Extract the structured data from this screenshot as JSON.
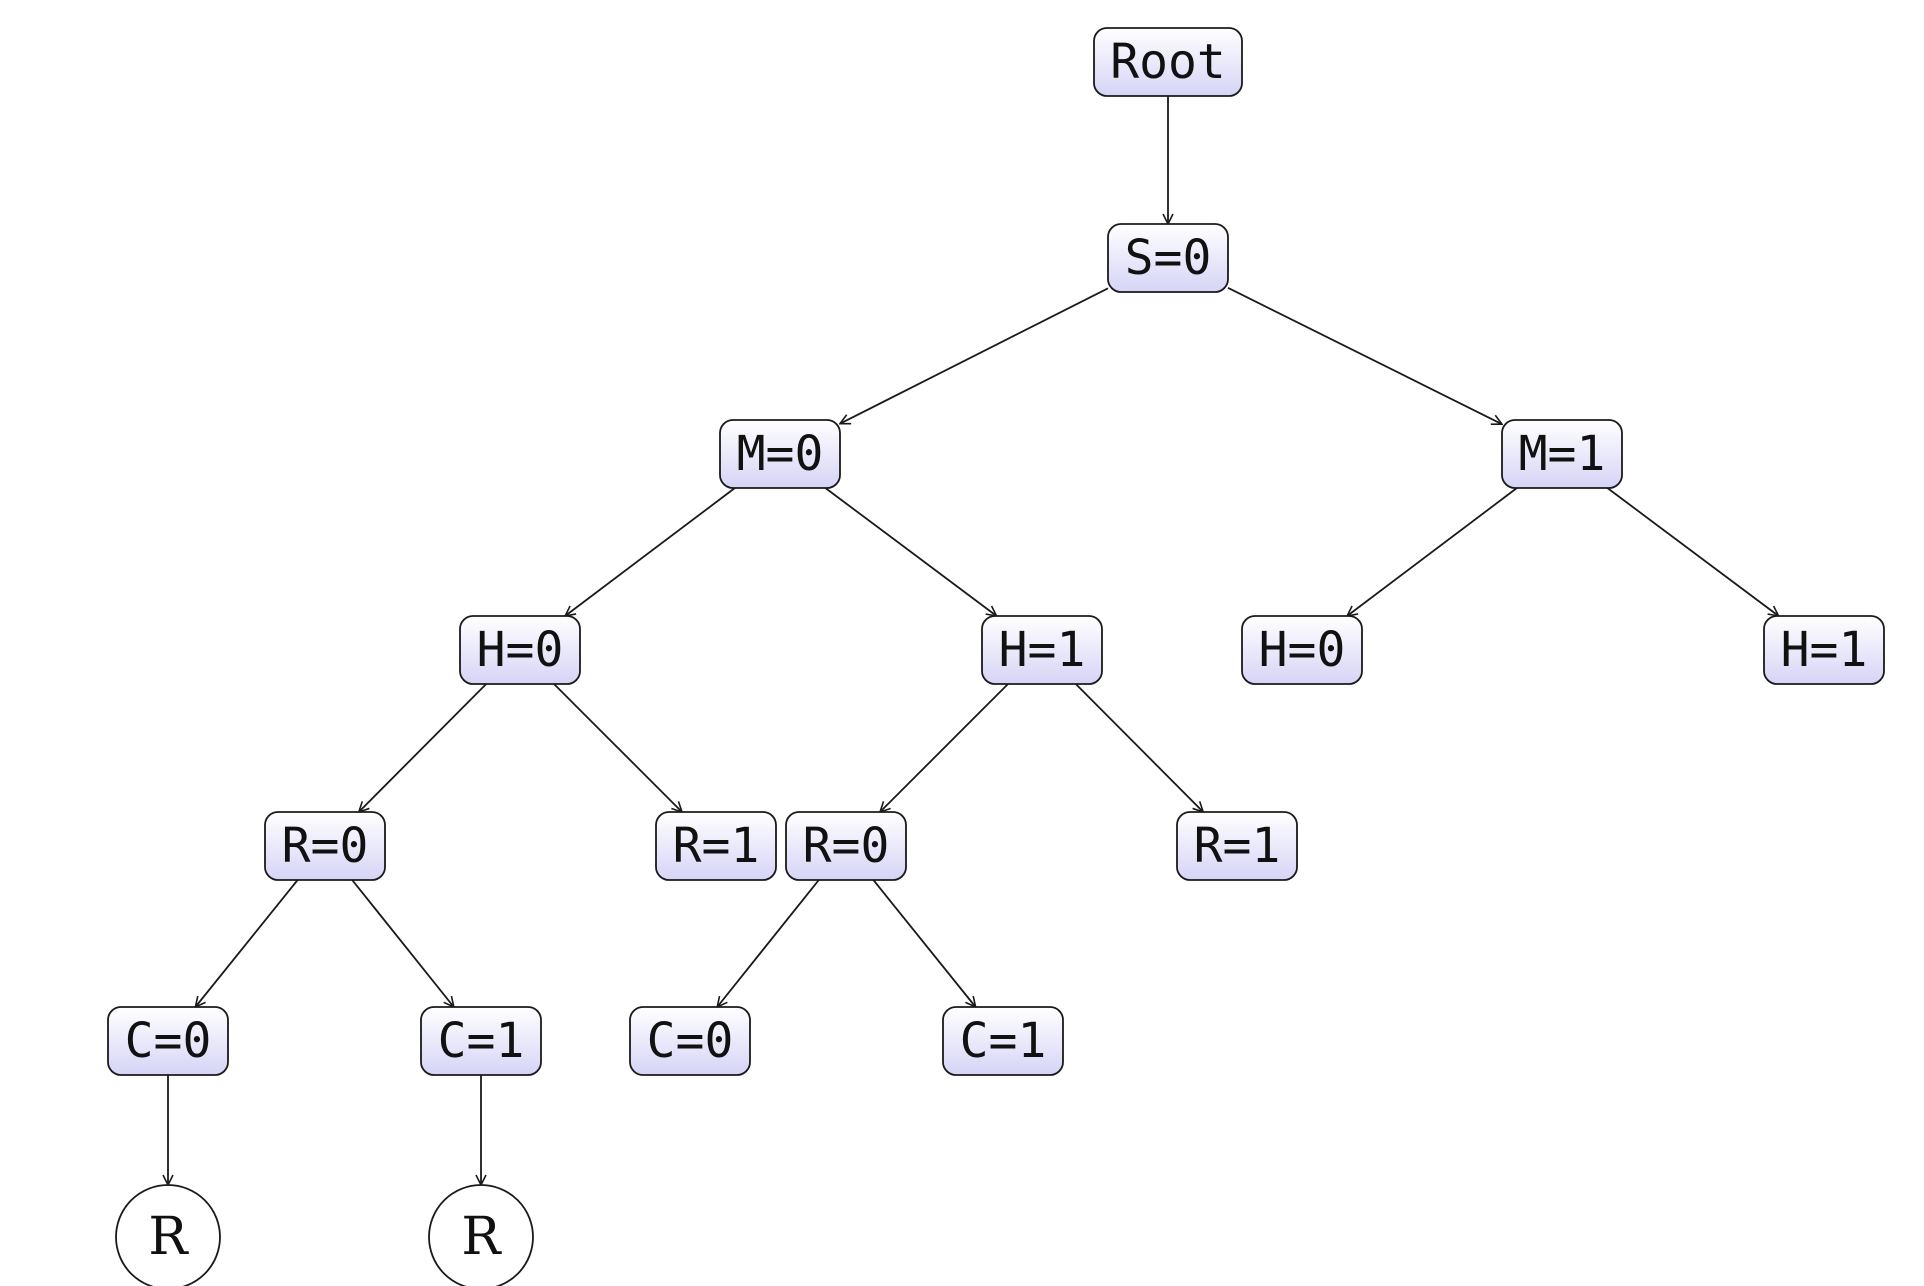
{
  "diagram": {
    "nodes": [
      {
        "id": "root",
        "label": "Root"
      },
      {
        "id": "s0",
        "label": "S=0"
      },
      {
        "id": "m0",
        "label": "M=0"
      },
      {
        "id": "m1",
        "label": "M=1"
      },
      {
        "id": "m0-h0",
        "label": "H=0"
      },
      {
        "id": "m0-h1",
        "label": "H=1"
      },
      {
        "id": "m1-h0",
        "label": "H=0"
      },
      {
        "id": "m1-h1",
        "label": "H=1"
      },
      {
        "id": "h0-r0",
        "label": "R=0"
      },
      {
        "id": "h0-r1",
        "label": "R=1"
      },
      {
        "id": "h1-r0",
        "label": "R=0"
      },
      {
        "id": "h1-r1",
        "label": "R=1"
      },
      {
        "id": "h0r0-c0",
        "label": "C=0"
      },
      {
        "id": "h0r0-c1",
        "label": "C=1"
      },
      {
        "id": "h1r0-c0",
        "label": "C=0"
      },
      {
        "id": "h1r0-c1",
        "label": "C=1"
      },
      {
        "id": "leaf-1",
        "label": "R",
        "shape": "circle"
      },
      {
        "id": "leaf-2",
        "label": "R",
        "shape": "circle"
      }
    ],
    "edges": [
      [
        "root",
        "s0"
      ],
      [
        "s0",
        "m0"
      ],
      [
        "s0",
        "m1"
      ],
      [
        "m0",
        "m0-h0"
      ],
      [
        "m0",
        "m0-h1"
      ],
      [
        "m1",
        "m1-h0"
      ],
      [
        "m1",
        "m1-h1"
      ],
      [
        "m0-h0",
        "h0-r0"
      ],
      [
        "m0-h0",
        "h0-r1"
      ],
      [
        "m0-h1",
        "h1-r0"
      ],
      [
        "m0-h1",
        "h1-r1"
      ],
      [
        "h0-r0",
        "h0r0-c0"
      ],
      [
        "h0-r0",
        "h0r0-c1"
      ],
      [
        "h1-r0",
        "h1r0-c0"
      ],
      [
        "h1-r0",
        "h1r0-c1"
      ],
      [
        "h0r0-c0",
        "leaf-1"
      ],
      [
        "h0r0-c1",
        "leaf-2"
      ]
    ],
    "colors": {
      "node_fill_top": "#ffffff",
      "node_fill_bottom": "#d6d4f6",
      "stroke": "#1a1a1a"
    }
  }
}
